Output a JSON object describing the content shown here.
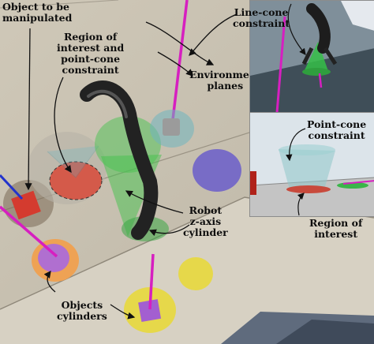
{
  "labels": {
    "object_to_be_manipulated": [
      "Object to be",
      "manipulated"
    ],
    "region_interest_point_cone": [
      "Region of",
      "interest and",
      "point-cone",
      "constraint"
    ],
    "environment_planes": [
      "Environment",
      "planes"
    ],
    "line_cone_constraint": [
      "Line-cone",
      "constraint"
    ],
    "point_cone_constraint": [
      "Point-cone",
      "constraint"
    ],
    "robot_z_axis_cylinder": [
      "Robot",
      "z-axis",
      "cylinder"
    ],
    "region_of_interest": [
      "Region of",
      "interest"
    ],
    "objects_cylinders": [
      "Objects",
      "cylinders"
    ]
  },
  "colors": {
    "floor": "#c9c2b3",
    "ledge": "#d9d3c5",
    "magenta_axis": "#d61fc0",
    "green_cone": "#43c24b",
    "region_red": "#d45a4a",
    "cylinder_yellow": "#e6d84a",
    "cylinder_orange": "#eea254",
    "cylinder_blue": "#6f63c9",
    "cylinder_purple": "#b06fd0"
  }
}
